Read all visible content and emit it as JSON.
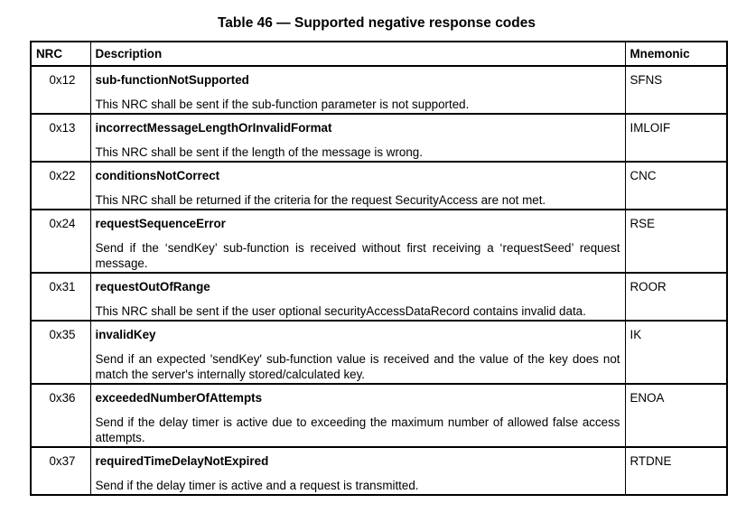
{
  "caption": "Table 46 — Supported negative response codes",
  "columns": {
    "nrc": "NRC",
    "description": "Description",
    "mnemonic": "Mnemonic"
  },
  "rows": [
    {
      "code": "0x12",
      "name": "sub-functionNotSupported",
      "text": "This NRC shall be sent if the sub-function parameter is not supported.",
      "mnemonic": "SFNS"
    },
    {
      "code": "0x13",
      "name": "incorrectMessageLengthOrInvalidFormat",
      "text": "This NRC shall be sent if the length of the message is wrong.",
      "mnemonic": "IMLOIF"
    },
    {
      "code": "0x22",
      "name": "conditionsNotCorrect",
      "text": "This NRC shall be returned if the criteria for the request SecurityAccess are not met.",
      "mnemonic": "CNC"
    },
    {
      "code": "0x24",
      "name": "requestSequenceError",
      "text": "Send if the ‘sendKey’ sub-function is received without first receiving a ‘requestSeed’ request message.",
      "mnemonic": "RSE"
    },
    {
      "code": "0x31",
      "name": "requestOutOfRange",
      "text": "This NRC shall be sent if the user optional securityAccessDataRecord contains invalid data.",
      "mnemonic": "ROOR"
    },
    {
      "code": "0x35",
      "name": "invalidKey",
      "text": "Send if an expected 'sendKey' sub-function value is received and the value of the key does not match the server's internally stored/calculated key.",
      "mnemonic": "IK"
    },
    {
      "code": "0x36",
      "name": "exceededNumberOfAttempts",
      "text": "Send if the delay timer is active due to exceeding the maximum number of allowed false access attempts.",
      "mnemonic": "ENOA"
    },
    {
      "code": "0x37",
      "name": "requiredTimeDelayNotExpired",
      "text": "Send if the delay timer is active and a request is transmitted.",
      "mnemonic": "RTDNE"
    }
  ]
}
